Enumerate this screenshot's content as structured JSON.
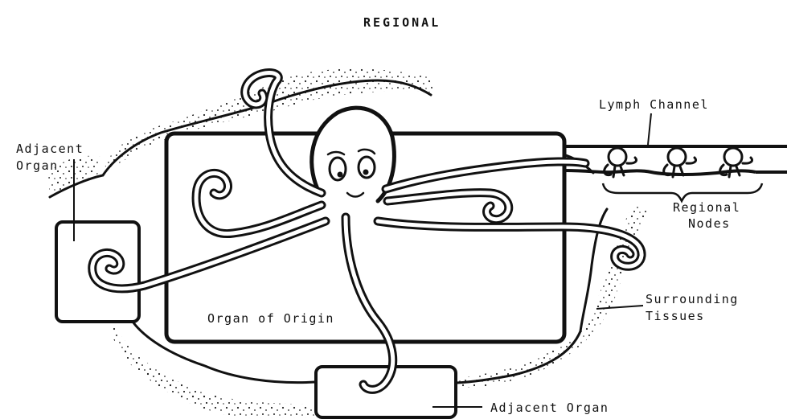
{
  "title": "REGIONAL",
  "labels": {
    "lymph_channel": "Lymph Channel",
    "adjacent_organ_left_line1": "Adjacent",
    "adjacent_organ_left_line2": "Organ",
    "regional_nodes_line1": "Regional",
    "regional_nodes_line2": "Nodes",
    "surrounding_tissues_line1": "Surrounding",
    "surrounding_tissues_line2": "Tissues",
    "organ_of_origin": "Organ of Origin",
    "adjacent_organ_bottom": "Adjacent Organ"
  }
}
